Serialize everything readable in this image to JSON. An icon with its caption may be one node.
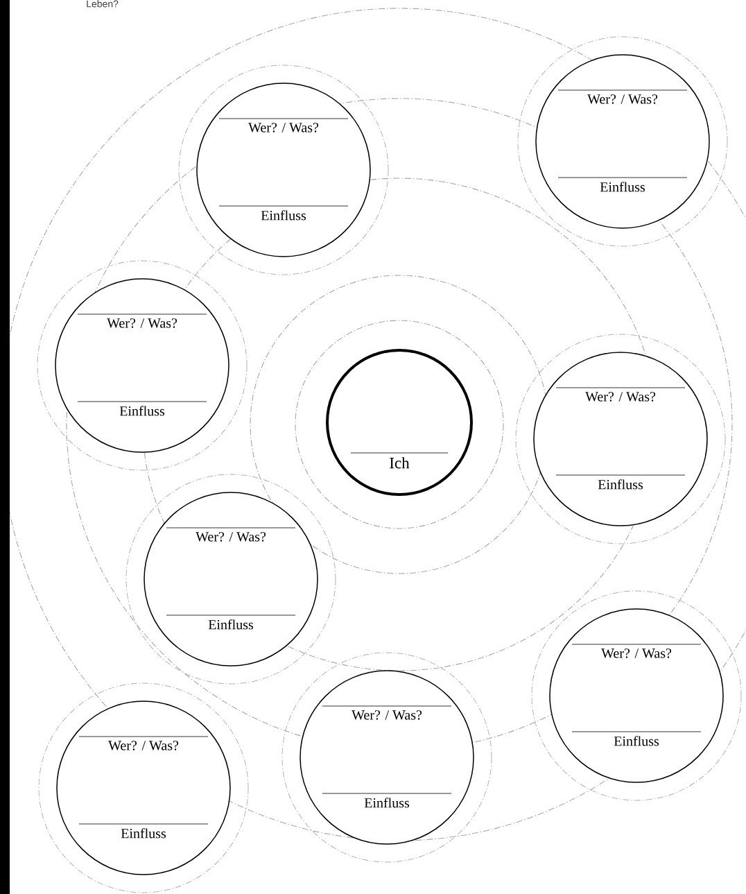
{
  "diagram": {
    "nodes": [
      {
        "text": [
          "Wer? / Was?",
          "Einfluss"
        ]
      },
      {
        "text": [
          "Wer? / Was?",
          "Einfluss"
        ]
      },
      {
        "text": [
          "Wer? / Was?",
          "Einfluss"
        ]
      },
      {
        "text": [
          "Ich"
        ]
      },
      {
        "text": [
          "Wer? / Was?",
          "Einfluss"
        ]
      },
      {
        "text": [
          "Wer? / Was?",
          "Einfluss"
        ]
      },
      {
        "text": [
          "Wer? / Was?",
          "Einfluss"
        ]
      },
      {
        "text": [
          "Wer? / Was?",
          "Einfluss"
        ]
      },
      {
        "text": [
          "Wer? / Was?",
          "Einfluss"
        ]
      }
    ],
    "labels": [
      "Leben?"
    ]
  }
}
